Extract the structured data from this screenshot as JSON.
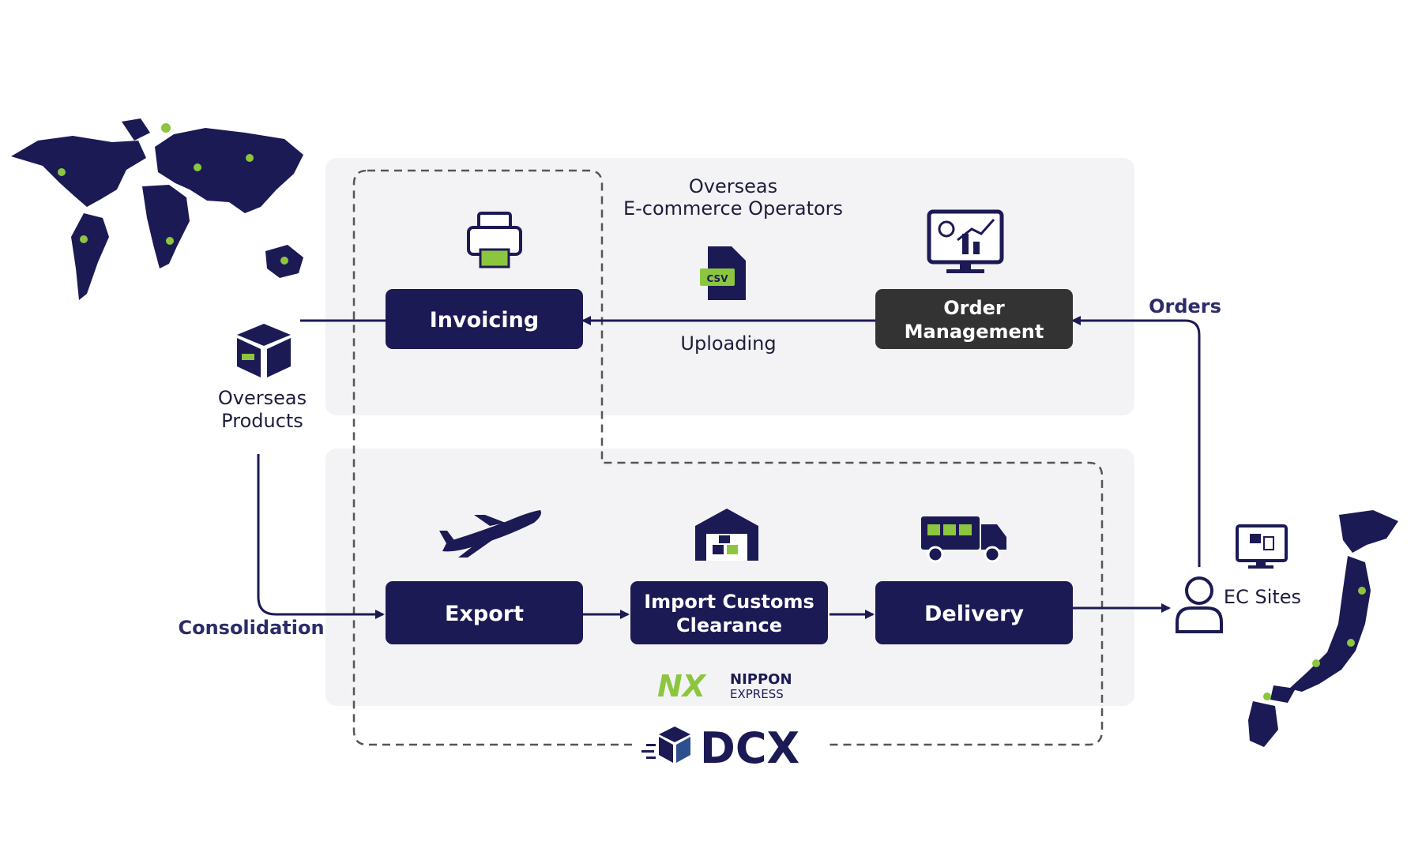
{
  "operators_label_line1": "Overseas",
  "operators_label_line2": "E-commerce Operators",
  "csv_badge": "CSV",
  "uploading_label": "Uploading",
  "orders_label": "Orders",
  "consolidation_label": "Consolidation",
  "overseas_products_line1": "Overseas",
  "overseas_products_line2": "Products",
  "ec_sites_label": "EC Sites",
  "boxes": {
    "invoicing": "Invoicing",
    "order_management_line1": "Order",
    "order_management_line2": "Management",
    "export": "Export",
    "import_line1": "Import Customs",
    "import_line2": "Clearance",
    "delivery": "Delivery"
  },
  "nx_logo": {
    "mark": "NX",
    "line1": "NIPPON",
    "line2": "EXPRESS"
  },
  "dcx_label": "DCX",
  "colors": {
    "navy": "#1c1a54",
    "dark_gray": "#333333",
    "green": "#8cc63f",
    "panel": "#f3f3f6"
  }
}
